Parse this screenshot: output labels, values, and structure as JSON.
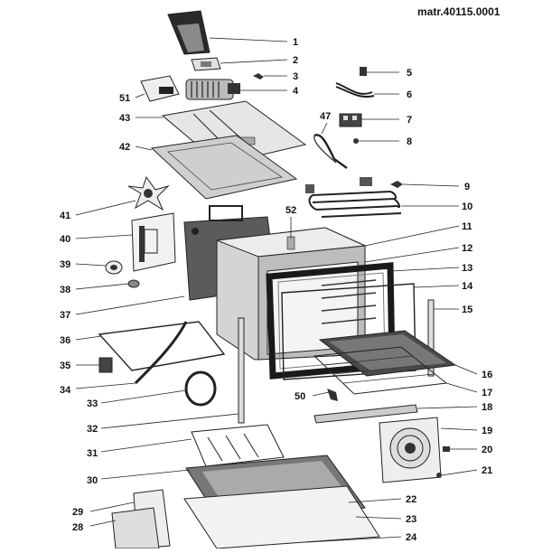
{
  "header": {
    "code": "matr.40115.0001"
  },
  "callouts": [
    "1",
    "2",
    "3",
    "4",
    "5",
    "6",
    "7",
    "8",
    "9",
    "10",
    "11",
    "12",
    "13",
    "14",
    "15",
    "16",
    "17",
    "18",
    "19",
    "20",
    "21",
    "22",
    "23",
    "24",
    "28",
    "29",
    "30",
    "31",
    "32",
    "33",
    "34",
    "35",
    "36",
    "37",
    "38",
    "39",
    "40",
    "41",
    "42",
    "43",
    "47",
    "50",
    "51",
    "52"
  ],
  "colors": {
    "line": "#222222",
    "metal_light": "#d9d9d9",
    "metal_mid": "#bdbdbd",
    "metal_dark": "#5a5a5a",
    "black": "#1a1a1a"
  }
}
